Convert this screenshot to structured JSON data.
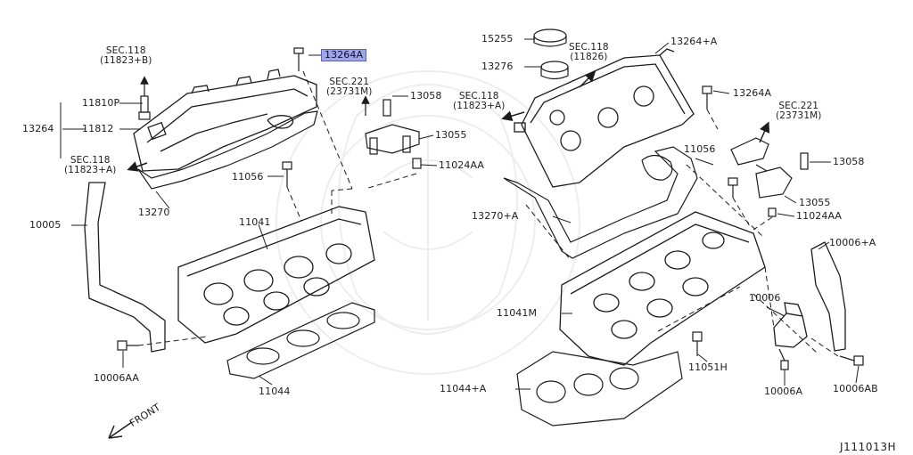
{
  "diagram": {
    "diagram_id": "J111013H",
    "front_label": "FRONT",
    "highlight_color": "#9ea6e6",
    "line_color": "#1c1c1c",
    "left_bank": {
      "rocker_cover": "13264",
      "rocker_cover_gasket": "13270",
      "highlighted_bolt": "13264A",
      "pcv_valve": "11810P",
      "pcv_grommet": "11812",
      "sec_118_b": "SEC.118",
      "sec_118_b_ref": "(11823+B)",
      "sec_118_a": "SEC.118",
      "sec_118_a_ref": "(11823+A)",
      "sec_221": "SEC.221",
      "sec_221_ref": "(23731M)",
      "sensor_bolt": "13058",
      "cam_position_sensor": "13055",
      "plug": "11024AA",
      "head_bolt": "11056",
      "cylinder_head": "11041",
      "head_gasket": "11044",
      "bracket": "10005",
      "bracket_bolt": "10006AA"
    },
    "right_bank": {
      "oil_filler_cap": "15255",
      "cap_gasket": "13276",
      "sec_118_top": "SEC.118",
      "sec_118_top_ref": "(11826)",
      "rocker_cover": "13264+A",
      "cover_bolt": "13264A",
      "sec_118_a": "SEC.118",
      "sec_118_a_ref": "(11823+A)",
      "sec_221": "SEC.221",
      "sec_221_ref": "(23731M)",
      "sensor_bolt": "13058",
      "head_bolt": "11056",
      "cam_position_sensor": "13055",
      "plug": "11024AA",
      "rocker_cover_gasket": "13270+A",
      "cylinder_head": "11041M",
      "bracket_a": "10006+A",
      "bracket": "10006",
      "stud": "11051H",
      "head_gasket": "11044+A",
      "bracket_bolt": "10006A",
      "bracket_bolt_b": "10006AB"
    }
  }
}
